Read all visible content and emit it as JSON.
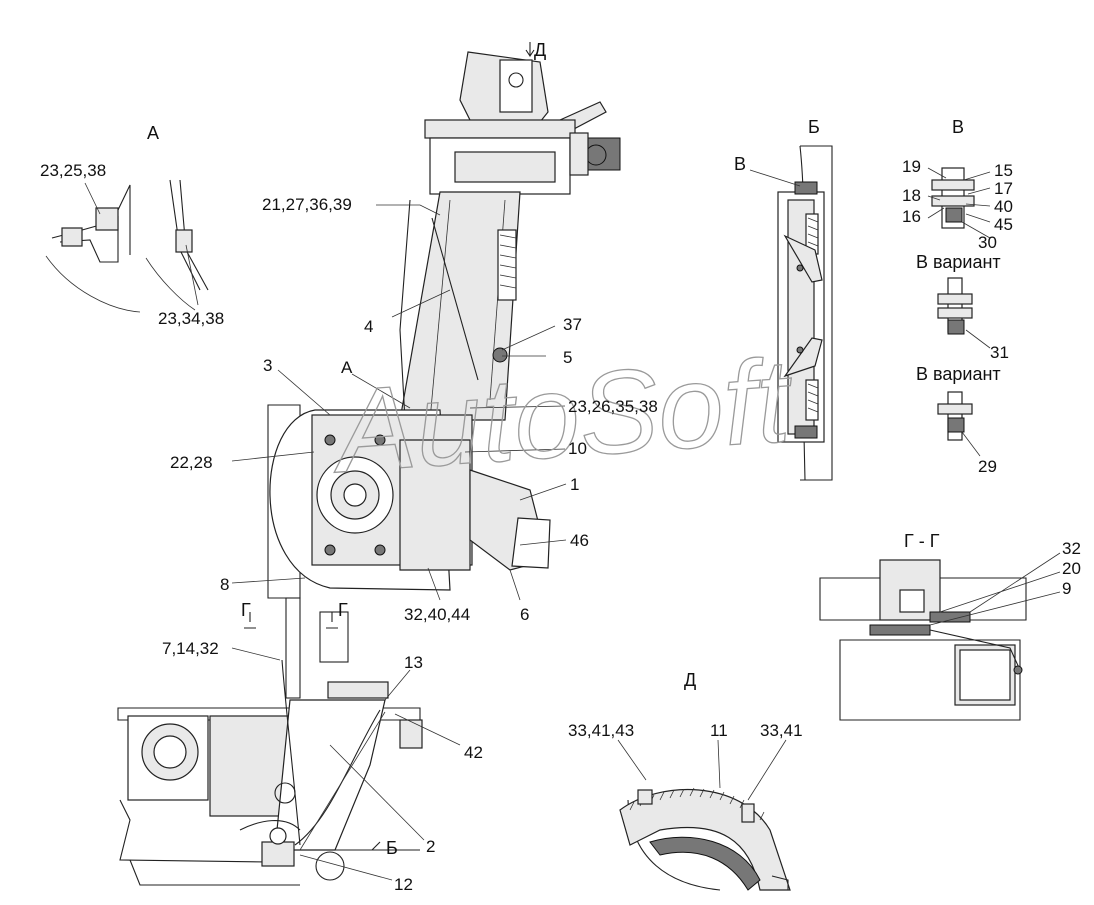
{
  "views": {
    "a": "А",
    "b": "Б",
    "v": "В",
    "g_section": "Г - Г",
    "d": "Д",
    "v_variant_1": "В вариант",
    "v_variant_2": "В вариант",
    "arrow_d": "Д",
    "arrow_b": "Б",
    "arrow_v": "В",
    "cut_g_left": "Г",
    "cut_g_right": "Г"
  },
  "callouts": {
    "c_23_25_38": "23,25,38",
    "c_23_34_38": "23,34,38",
    "c_21_27_36_39": "21,27,36,39",
    "c_4": "4",
    "c_37": "37",
    "c_5": "5",
    "c_3": "3",
    "c_a_mark": "А",
    "c_23_26_35_38": "23,26,35,38",
    "c_22_28": "22,28",
    "c_10": "10",
    "c_1": "1",
    "c_46": "46",
    "c_8": "8",
    "c_32_40_44": "32,40,44",
    "c_6": "6",
    "c_7_14_32": "7,14,32",
    "c_13": "13",
    "c_42": "42",
    "c_2": "2",
    "c_12": "12",
    "c_19": "19",
    "c_15": "15",
    "c_18": "18",
    "c_17": "17",
    "c_16": "16",
    "c_40": "40",
    "c_45": "45",
    "c_30": "30",
    "c_31": "31",
    "c_29": "29",
    "c_32b": "32",
    "c_20": "20",
    "c_9": "9",
    "c_33_41_43": "33,41,43",
    "c_11": "11",
    "c_33_41": "33,41"
  },
  "watermark": "AutoSoft"
}
